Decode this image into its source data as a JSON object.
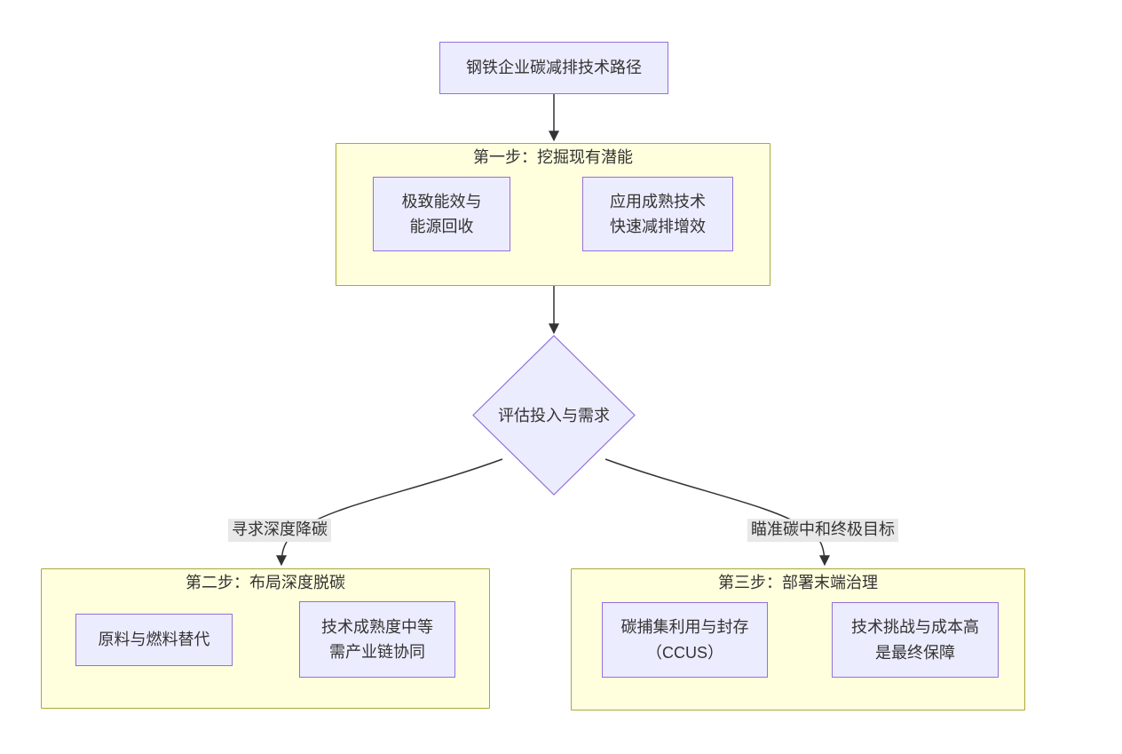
{
  "diagram_type": "flowchart",
  "colors": {
    "node_fill": "#ECECFF",
    "node_border": "#9370DB",
    "cluster_fill": "#FFFFDE",
    "cluster_border": "#AAAA33",
    "edge_stroke": "#333333",
    "edge_label_bg": "#E8E8E8",
    "text": "#333333",
    "background": "#FFFFFF"
  },
  "root_node": {
    "label": "钢铁企业碳减排技术路径"
  },
  "decision_node": {
    "label": "评估投入与需求"
  },
  "branch_labels": {
    "left": "寻求深度降碳",
    "right": "瞄准碳中和终极目标"
  },
  "step1": {
    "title": "第一步：挖掘现有潜能",
    "node_a": {
      "line1": "极致能效与",
      "line2": "能源回收"
    },
    "node_b": {
      "line1": "应用成熟技术",
      "line2": "快速减排增效"
    }
  },
  "step2": {
    "title": "第二步：布局深度脱碳",
    "node_a": {
      "label": "原料与燃料替代"
    },
    "node_b": {
      "line1": "技术成熟度中等",
      "line2": "需产业链协同"
    }
  },
  "step3": {
    "title": "第三步：部署末端治理",
    "node_a": {
      "line1": "碳捕集利用与封存",
      "line2": "（CCUS）"
    },
    "node_b": {
      "line1": "技术挑战与成本高",
      "line2": "是最终保障"
    }
  }
}
